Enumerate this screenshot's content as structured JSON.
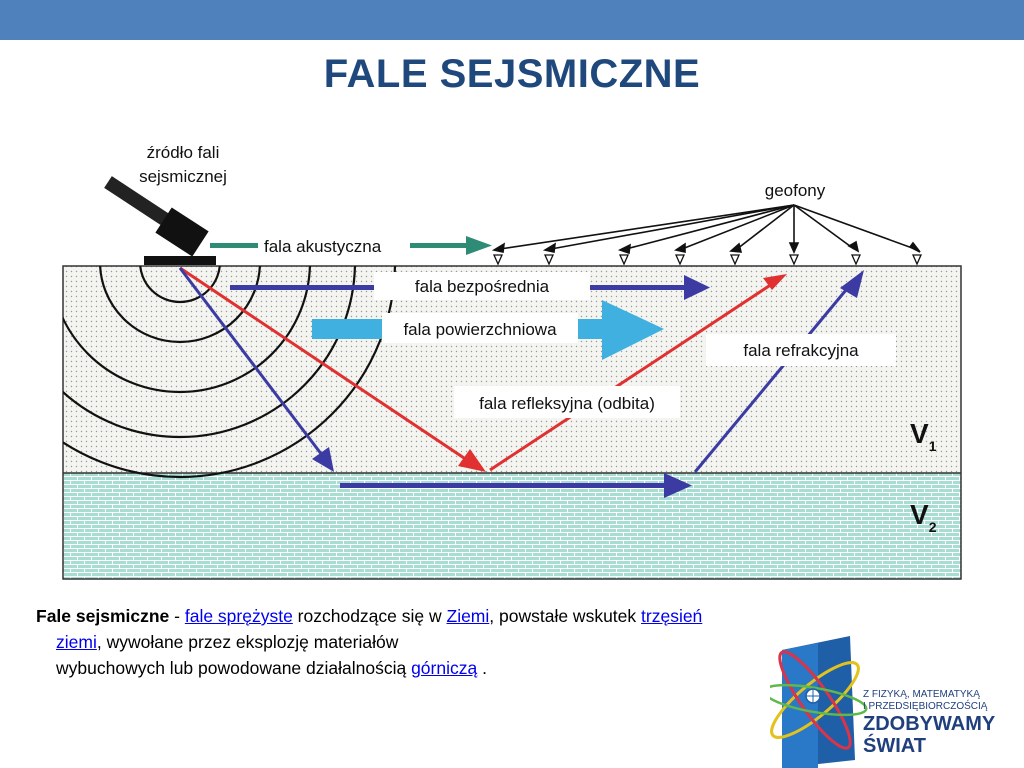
{
  "slide": {
    "title": "FALE SEJSMICZNE",
    "accent_color": "#4f81bd",
    "title_color": "#1f497d"
  },
  "diagram": {
    "source_label_line1": "źródło fali",
    "source_label_line2": "sejsmicznej",
    "geophones_label": "geofony",
    "acoustic_wave": "fala akustyczna",
    "direct_wave": "fala bezpośrednia",
    "surface_wave": "fala powierzchniowa",
    "refraction_wave": "fala refrakcyjna",
    "reflection_wave": "fala refleksyjna (odbita)",
    "layer1": "V",
    "layer1_sub": "1",
    "layer2": "V",
    "layer2_sub": "2",
    "colors": {
      "direct": "#3b3ba3",
      "reflection": "#e03030",
      "acoustic": "#2e8b75",
      "surface": "#40b0e0",
      "lower_layer": "#a7ddd2"
    }
  },
  "description": {
    "term": "Fale sejsmiczne",
    "sep": " - ",
    "link1": "fale sprężyste",
    "t1": " rozchodzące się w ",
    "link2": "Ziemi",
    "t2": ", powstałe wskutek ",
    "link3a": "trzęsień",
    "link3b": "ziemi",
    "t3": ", wywołane przez eksplozję materiałów",
    "t4": "wybuchowych lub powodowane działalnością ",
    "link4": "górniczą",
    "t5": " ."
  },
  "logo": {
    "line1": "Z FIZYKĄ, MATEMATYKĄ",
    "line2": "I PRZEDSIĘBIORCZOŚCIĄ",
    "line3": "ZDOBYWAMY",
    "line4": "ŚWIAT",
    "icon": "globe-icon"
  }
}
